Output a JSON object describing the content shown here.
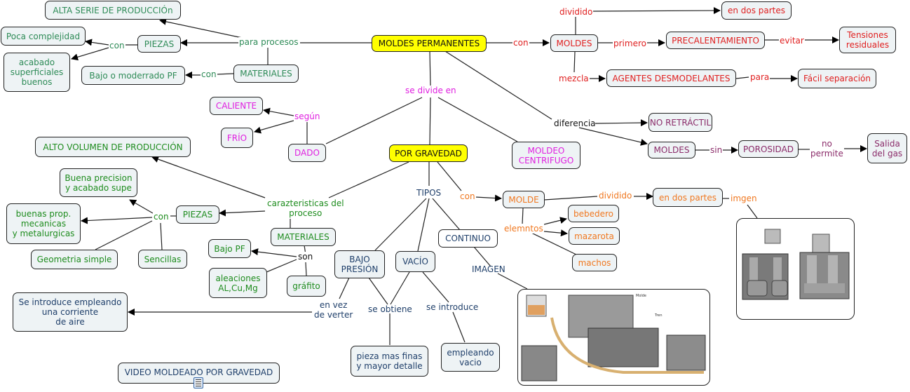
{
  "diagram": {
    "title": "MOLDES PERMANENTES",
    "colors": {
      "root_fill": "#ffff00",
      "node_fill": "#eef3f5",
      "teal": "#2e8b57",
      "red": "#e02020",
      "magenta": "#e020e0",
      "plum": "#8b2c6a",
      "green": "#1e8c1e",
      "navy": "#1f3f6a",
      "orange": "#f07820"
    },
    "nodes": {
      "moldes_permanentes": "MOLDES PERMANENTES",
      "alta_serie": "ALTA SERIE DE PRODUCCIÓn",
      "poca_complejidad": "Poca complejidad",
      "piezas_top": "PIEZAS",
      "acabado": "acabado\nsuperficiales\nbuenos",
      "bajo_moderrado": "Bajo o moderrado PF",
      "materiales_top": "MATERIALES",
      "moldes_red": "MOLDES",
      "en_dos_partes_red": "en dos partes",
      "precalentamiento": "PRECALENTAMIENTO",
      "tensiones": "Tensiones\nresiduales",
      "agentes": "AGENTES DESMODELANTES",
      "facil_separacion": "Fácil separación",
      "caliente": "CALIENTE",
      "frio": "FRÍO",
      "dado": "DADO",
      "por_gravedad": "POR GRAVEDAD",
      "moldeo_centrifugo": "MOLDEO\nCENTRIFUGO",
      "no_retractil": "NO RETRÁCTIL",
      "moldes_plum": "MOLDES",
      "porosidad": "POROSIDAD",
      "salida_gas": "Salida\ndel gas",
      "alto_volumen": "ALTO VOLUMEN DE PRODUCCIÓN",
      "buena_precision": "Buena precision\ny acabado supe",
      "buenas_prop": "buenas prop.\nmecanicas\ny metalurgicas",
      "piezas_green": "PIEZAS",
      "geometria": "Geometria simple",
      "sencillas": "Sencillas",
      "materiales_green": "MATERIALES",
      "bajo_pf": "Bajo PF",
      "aleaciones": "aleaciones\nAL,Cu,Mg",
      "grafito": "gráfito",
      "bajo_presion": "BAJO\nPRESIÓN",
      "vacio": "VACÍO",
      "continuo": "CONTINUO",
      "molde_orange": "MOLDE",
      "en_dos_partes_orange": "en dos partes",
      "bebedero": "bebedero",
      "mazarota": "mazarota",
      "machos": "machos",
      "se_introduce_aire": "Se introduce empleando\nuna corriente\nde aire",
      "pieza_finas": "pieza mas finas\ny mayor detalle",
      "empleando_vacio": "empleando\nvacio",
      "video": "VIDEO MOLDEADO POR GRAVEDAD"
    },
    "links": {
      "para_procesos": "para procesos",
      "con_piezas_top": "con",
      "con_materiales_top": "con",
      "con_moldes": "con",
      "dividido_red": "dividido",
      "primero": "primero",
      "evitar": "evitar",
      "mezcla": "mezcla",
      "para": "para",
      "se_divide_en": "se divide en",
      "segun": "según",
      "diferencia": "diferencia",
      "sin": "sin",
      "no_permite": "no\npermite",
      "caracteristicas": "carazteristicas del\nproceso",
      "con_piezas_green": "con",
      "son": "son",
      "tipos": "TIPOS",
      "con_orange": "con",
      "dividido_orange": "dividido",
      "imgen": "imgen",
      "elemntos": "elemntos",
      "imagen": "IMAGEN",
      "en_vez": "en vez\nde verter",
      "se_obtiene": "se obtiene",
      "se_introduce": "se introduce"
    },
    "images": {
      "mold_halves": "mold-photo",
      "continuous_casting": "continuous-casting-diagram"
    },
    "video_icon": "video-resource-icon"
  }
}
